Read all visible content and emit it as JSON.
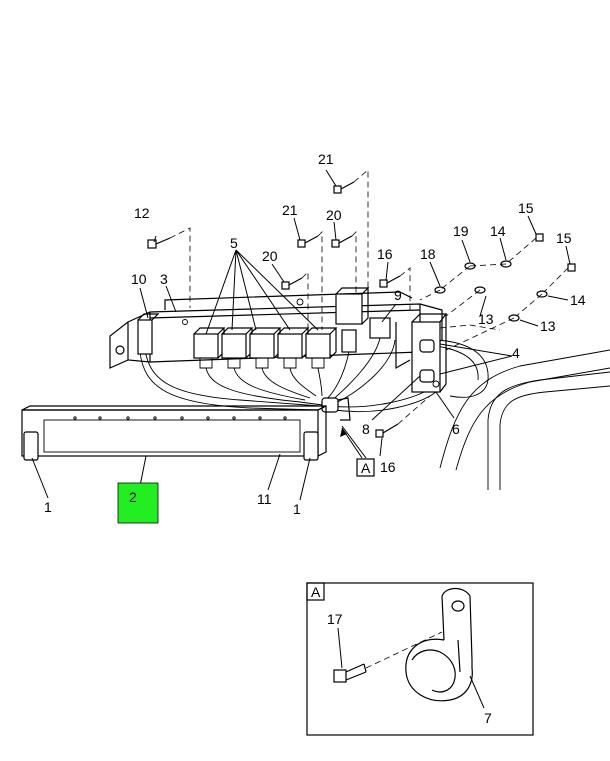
{
  "diagram": {
    "callouts": {
      "c1_left": "1",
      "c1_right": "1",
      "c2": "2",
      "c3": "3",
      "c4": "4",
      "c5": "5",
      "c6": "6",
      "c7": "7",
      "c8": "8",
      "c9": "9",
      "c10": "10",
      "c11": "11",
      "c12": "12",
      "c13_a": "13",
      "c13_b": "13",
      "c14_a": "14",
      "c14_b": "14",
      "c15_a": "15",
      "c15_b": "15",
      "c16_a": "16",
      "c16_b": "16",
      "c17": "17",
      "c18": "18",
      "c19": "19",
      "c20_a": "20",
      "c20_b": "20",
      "c21_a": "21",
      "c21_b": "21"
    },
    "view_ref": "A",
    "detail_label": "A",
    "highlight": {
      "label": "2",
      "color": "#22ee22"
    }
  }
}
